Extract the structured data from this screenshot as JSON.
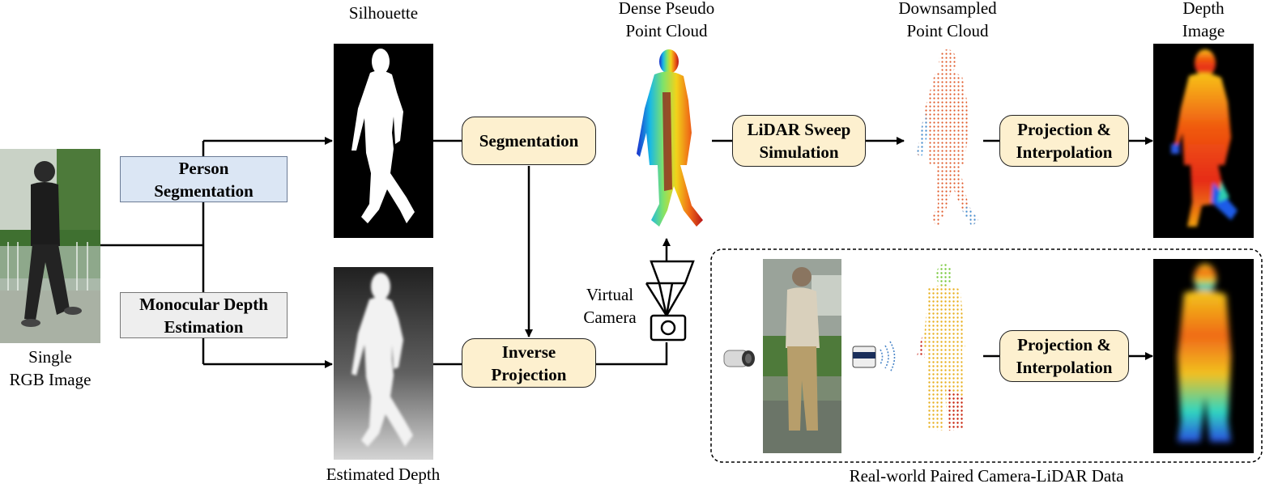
{
  "captions": {
    "silhouette": "Silhouette",
    "dense_cloud_line1": "Dense Pseudo",
    "dense_cloud_line2": "Point Cloud",
    "downsampled_line1": "Downsampled",
    "downsampled_line2": "Point Cloud",
    "depth_line1": "Depth",
    "depth_line2": "Image",
    "single_line1": "Single",
    "single_line2": "RGB Image",
    "estimated_depth": "Estimated Depth",
    "virtual_line1": "Virtual",
    "virtual_line2": "Camera",
    "real_world": "Real-world Paired Camera-LiDAR Data"
  },
  "boxes": {
    "person_seg_line1": "Person",
    "person_seg_line2": "Segmentation",
    "mono_depth_line1": "Monocular Depth",
    "mono_depth_line2": "Estimation",
    "segmentation": "Segmentation",
    "inverse_line1": "Inverse",
    "inverse_line2": "Projection",
    "lidar_line1": "LiDAR Sweep",
    "lidar_line2": "Simulation",
    "proj_top_line1": "Projection &",
    "proj_top_line2": "Interpolation",
    "proj_bot_line1": "Projection &",
    "proj_bot_line2": "Interpolation"
  },
  "colors": {
    "person_seg_fill": "#dbe6f4",
    "mono_depth_fill": "#eeeeee",
    "process_fill": "#fdf0cf"
  }
}
